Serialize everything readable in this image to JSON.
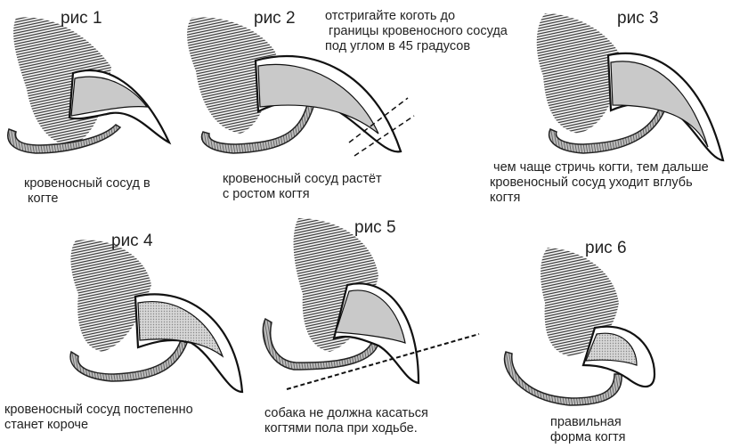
{
  "figures": [
    {
      "id": 1,
      "title": "рис 1",
      "caption": "кровеносный сосуд в\n когте"
    },
    {
      "id": 2,
      "title": "рис 2",
      "caption": "кровеносный сосуд растёт\nс ростом когтя",
      "note": "отстригайте коготь до\n границы кровеносного сосуда\nпод углом в 45 градусов"
    },
    {
      "id": 3,
      "title": "рис 3",
      "caption": " чем чаще стричь когти, тем дальше\nкровеносный сосуд уходит вглубь\nкогтя"
    },
    {
      "id": 4,
      "title": "рис 4",
      "caption": "кровеносный сосуд постепенно\nстанет короче"
    },
    {
      "id": 5,
      "title": "рис 5",
      "caption": "собака не должна касаться\nкогтями пола при ходьбе."
    },
    {
      "id": 6,
      "title": "рис 6",
      "caption": "правильная\nформа когтя"
    }
  ],
  "colors": {
    "outline": "#111111",
    "quick": "#c9c9c9",
    "fur": "#2b2b2b",
    "pad": "#9a9a9a"
  }
}
